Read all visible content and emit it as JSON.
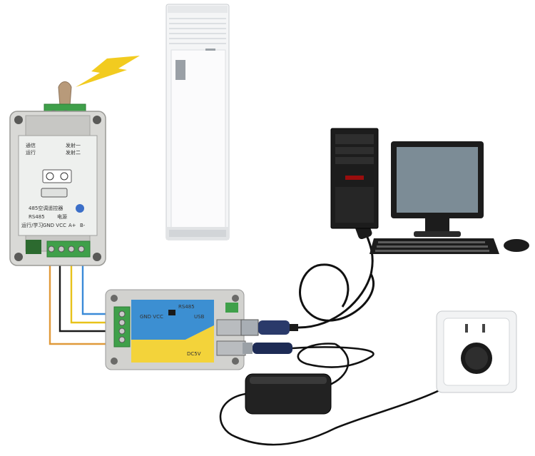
{
  "controller_module": {
    "lines": [
      "485空调遥控器",
      "发射一",
      "发射二",
      "通信",
      "运行",
      "电源",
      "RS485",
      "B-",
      "A+",
      "GND VCC",
      "运行/学习"
    ]
  },
  "converter_module": {
    "lines": [
      "RS485",
      "GND VCC",
      "USB",
      "DC5V"
    ]
  },
  "colors": {
    "wire_orange": "#e09a3a",
    "wire_black": "#1a1a1a",
    "wire_yellow": "#e8c21a",
    "wire_blue": "#3a8ad8",
    "lightning": "#f2cb1f",
    "converter_blue": "#3c8fd2",
    "converter_yellow": "#f3d33a"
  }
}
